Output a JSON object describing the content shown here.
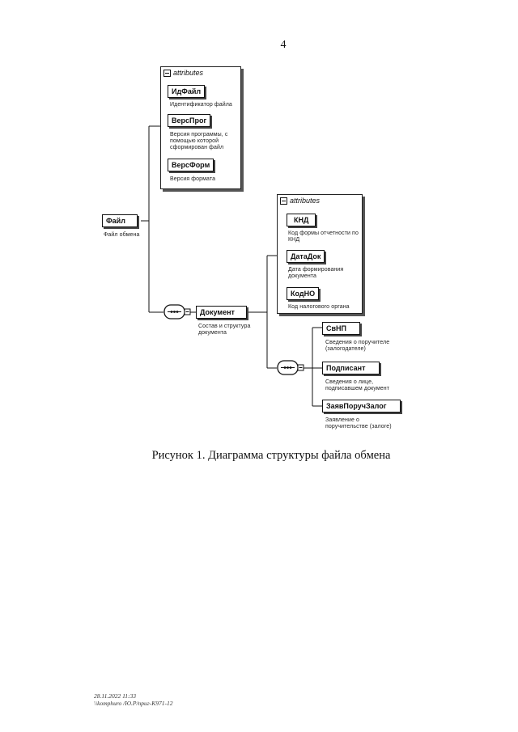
{
  "page_number": "4",
  "caption": "Рисунок 1. Диаграмма структуры файла обмена",
  "diagram": {
    "root": {
      "label": "Файл",
      "desc": "Файл обмена"
    },
    "file_attributes": {
      "header": "attributes",
      "items": [
        {
          "label": "ИдФайл",
          "desc": "Идентификатор файла"
        },
        {
          "label": "ВерсПрог",
          "desc": "Версия программы, с помощью которой сформирован файл"
        },
        {
          "label": "ВерсФорм",
          "desc": "Версия формата"
        }
      ]
    },
    "document": {
      "label": "Документ",
      "desc": "Состав и структура документа"
    },
    "document_attributes": {
      "header": "attributes",
      "items": [
        {
          "label": "КНД",
          "desc": "Код формы отчетности по КНД"
        },
        {
          "label": "ДатаДок",
          "desc": "Дата формирования документа"
        },
        {
          "label": "КодНО",
          "desc": "Код налогового органа"
        }
      ]
    },
    "children": [
      {
        "label": "СвНП",
        "desc": "Сведения о поручителе (залогодателе)"
      },
      {
        "label": "Подписант",
        "desc": "Сведения о лице, подписавшем документ"
      },
      {
        "label": "ЗаявПоручЗалог",
        "desc": "Заявление о поручительстве (залоге)"
      }
    ]
  },
  "footer": {
    "timestamp": "28.11.2022 11:33",
    "path": "\\\\komphuro /Ю.Р/приг-К971-12"
  }
}
